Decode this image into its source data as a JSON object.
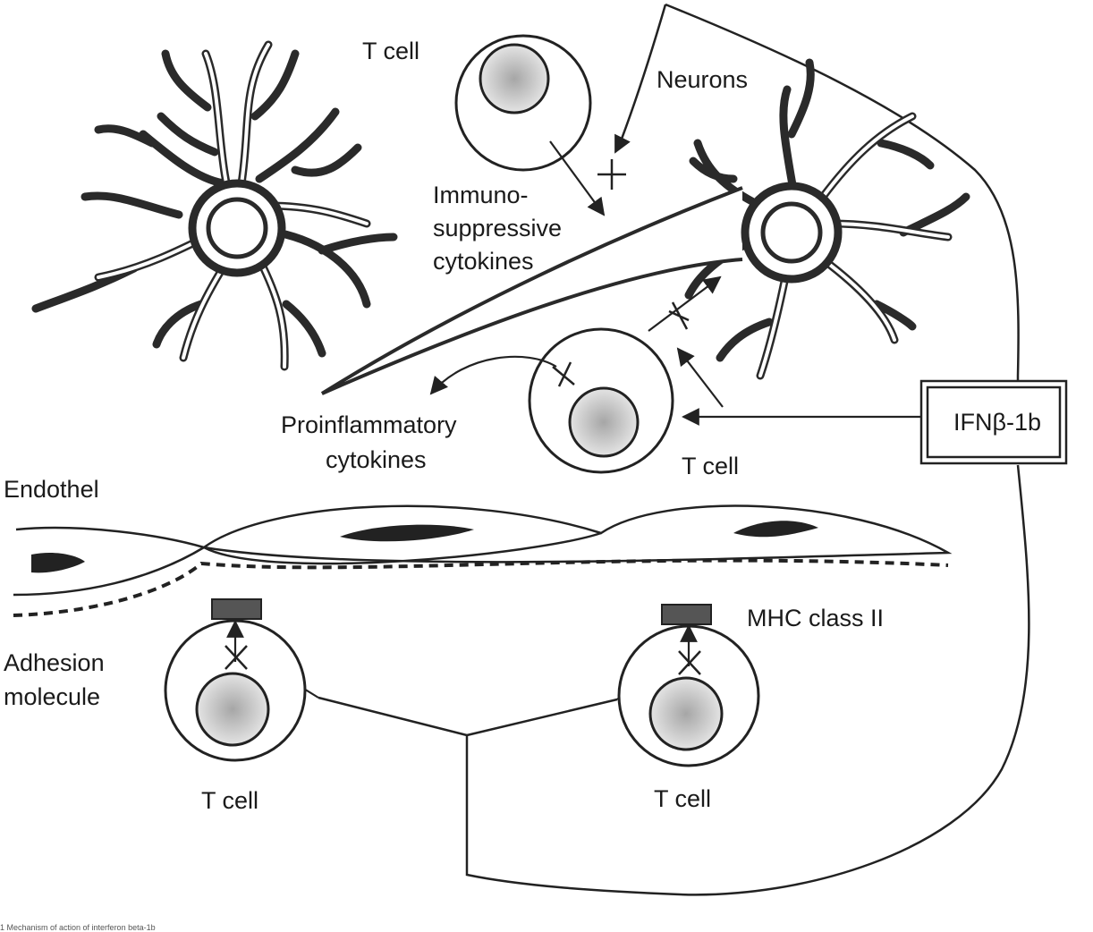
{
  "labels": {
    "t_cell_top": "T cell",
    "neurons": "Neurons",
    "immunosuppressive_1": "Immuno-",
    "immunosuppressive_2": "suppressive",
    "immunosuppressive_3": "cytokines",
    "proinflammatory_1": "Proinflammatory",
    "proinflammatory_2": "cytokines",
    "t_cell_middle": "T cell",
    "ifn": "IFNβ-1b",
    "endothel": "Endothel",
    "mhc": "MHC class II",
    "adhesion_1": "Adhesion",
    "adhesion_2": "molecule",
    "t_cell_bottom_left": "T cell",
    "t_cell_bottom_right": "T cell"
  },
  "caption": "1 Mechanism of action of interferon beta-1b",
  "colors": {
    "line": "#222222",
    "nucleus_center": "#a8a8a8",
    "nucleus_edge": "#e6e6e6",
    "receptor": "#555555"
  }
}
